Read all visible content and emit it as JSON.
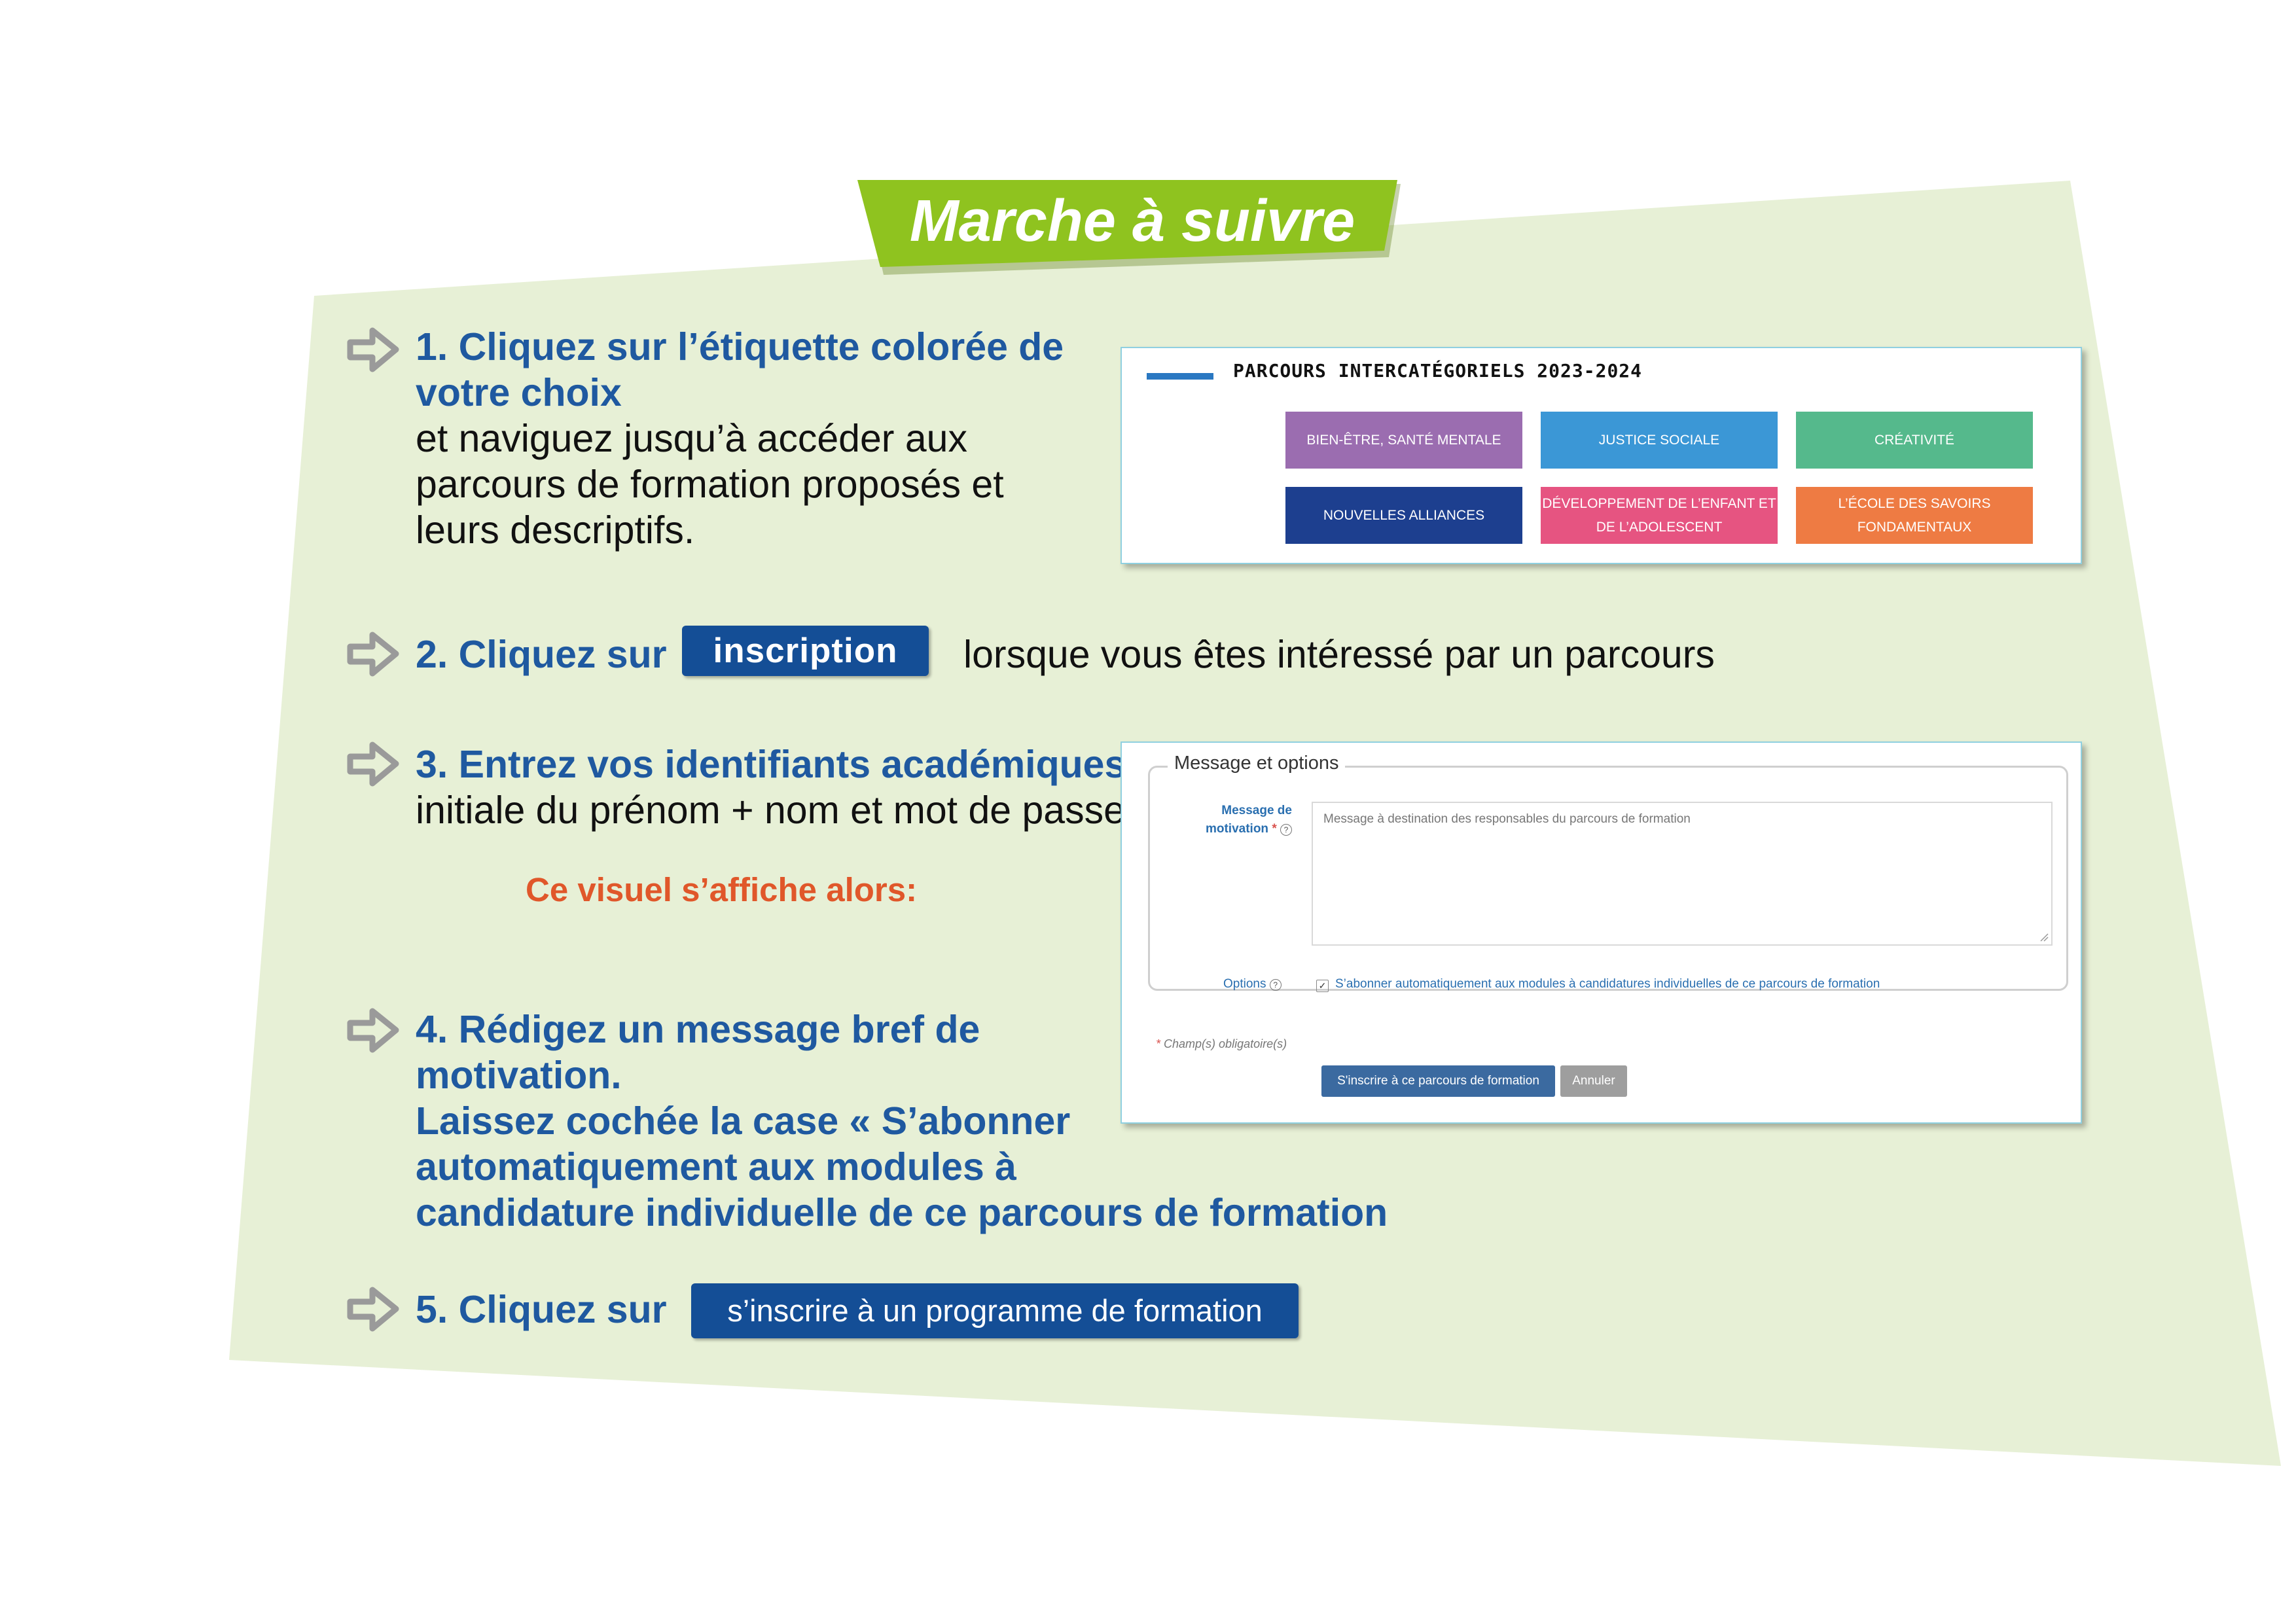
{
  "title": "Marche à suivre",
  "colors": {
    "background_shape": "#e7f0d6",
    "banner": "#8fc31f",
    "step_blue": "#1f59a0",
    "button_blue": "#144e96",
    "note_orange": "#e0572a"
  },
  "step1": {
    "heading_line1": "1. Cliquez sur l’étiquette colorée de",
    "heading_line2": "votre choix",
    "body_line1": "et naviguez jusqu’à accéder aux",
    "body_line2": "parcours de formation proposés et",
    "body_line3": "leurs descriptifs."
  },
  "step2": {
    "heading": "2. Cliquez sur",
    "button": "inscription",
    "tail": "lorsque vous êtes intéressé par un parcours"
  },
  "step3": {
    "heading": "3. Entrez vos identifiants académiques:",
    "body": "initiale du prénom + nom et mot de passe.",
    "note": "Ce visuel s’affiche alors:"
  },
  "step4": {
    "line1": "4. Rédigez un message bref de",
    "line2": "motivation.",
    "line3": "Laissez cochée la case « S’abonner",
    "line4": "automatiquement aux modules à",
    "line5": "candidature individuelle de ce parcours de formation"
  },
  "step5": {
    "heading": "5. Cliquez sur",
    "button": "s’inscrire à un programme de formation"
  },
  "screenshot1": {
    "title": "PARCOURS INTERCATÉGORIELS 2023-2024",
    "tags": [
      {
        "label": "BIEN-ÊTRE, SANTÉ MENTALE",
        "color": "#9b6db0"
      },
      {
        "label": "JUSTICE SOCIALE",
        "color": "#3b97d6"
      },
      {
        "label": "CRÉATIVITÉ",
        "color": "#55b98c"
      },
      {
        "label": "NOUVELLES ALLIANCES",
        "color": "#1d3f8f"
      },
      {
        "label_line1": "DÉVELOPPEMENT DE L’ENFANT ET",
        "label_line2": "DE L’ADOLESCENT",
        "color": "#e65481"
      },
      {
        "label_line1": "L’ÉCOLE DES SAVOIRS",
        "label_line2": "FONDAMENTAUX",
        "color": "#ee7b43"
      }
    ]
  },
  "screenshot2": {
    "legend": "Message et options",
    "label_line1": "Message de",
    "label_line2": "motivation",
    "required_mark": "*",
    "placeholder": "Message à destination des responsables du parcours de formation",
    "options_label": "Options",
    "checkbox_label": "S’abonner automatiquement aux modules à candidatures individuelles de ce parcours de formation",
    "required_note_mark": "*",
    "required_note": "Champ(s) obligatoire(s)",
    "submit_button": "S'inscrire à ce parcours de formation",
    "cancel_button": "Annuler"
  }
}
